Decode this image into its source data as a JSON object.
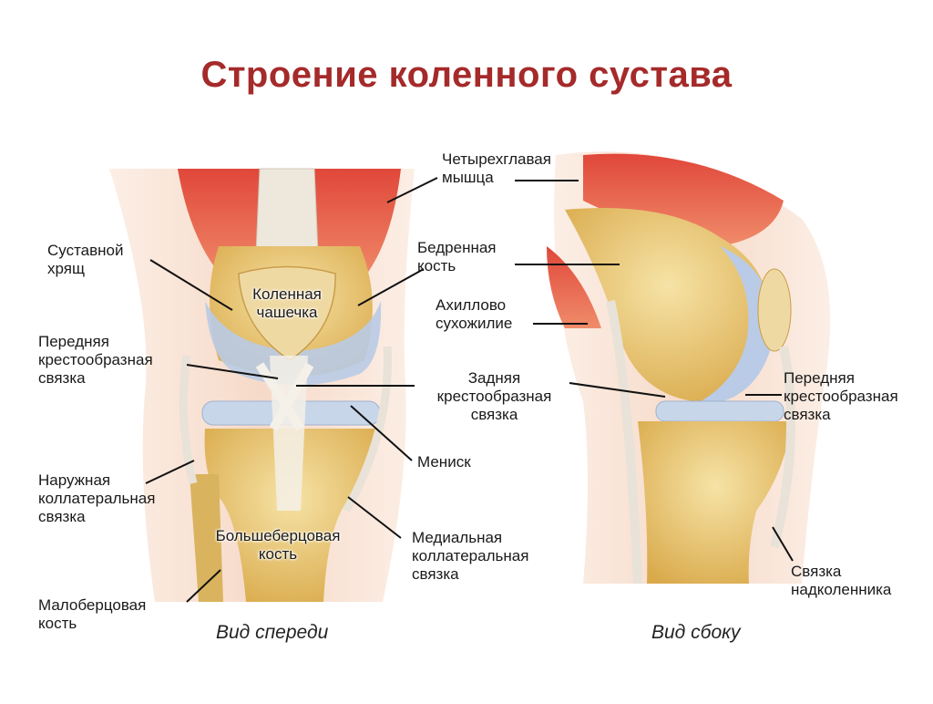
{
  "title": "Строение коленного сустава",
  "labels": {
    "quadriceps": "Четырехглавая\nмышца",
    "articular_cartilage": "Суставной\nхрящ",
    "femur": "Бедренная\nкость",
    "patella": "Коленная\nчашечка",
    "achilles": "Ахиллово\nсухожилие",
    "acl_front": "Передняя\nкрестообразная\nсвязка",
    "pcl": "Задняя\nкрестообразная\nсвязка",
    "acl_side": "Передняя\nкрестообразная\nсвязка",
    "meniscus": "Мениск",
    "lateral_collateral": "Наружная\nколлатеральная\nсвязка",
    "medial_collateral": "Медиальная\nколлатеральная\nсвязка",
    "tibia": "Большеберцовая\nкость",
    "fibula": "Малоберцовая\nкость",
    "patellar_ligament": "Связка\nнадколенника"
  },
  "views": {
    "front": "Вид спереди",
    "side": "Вид сбоку"
  },
  "colors": {
    "title": "#a52a2a",
    "muscle": "#e0473a",
    "bone": "#e9c46a",
    "cartilage": "#b9cbe6",
    "ligament": "#e9e4dc",
    "skin": "#f6d7c4"
  }
}
